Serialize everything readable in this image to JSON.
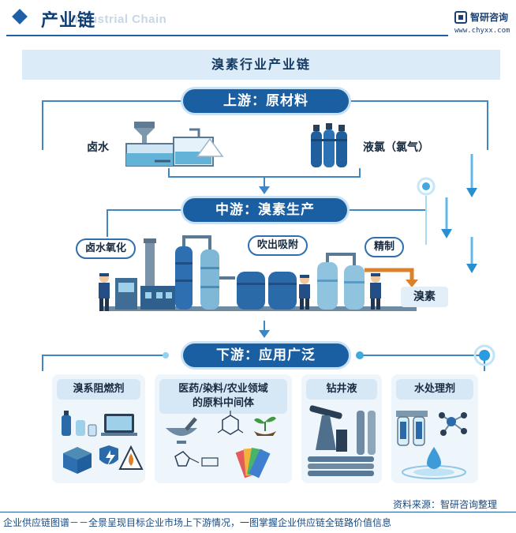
{
  "header": {
    "section_title": "产业链",
    "ghost_text": "Industrial Chain",
    "brand_name": "智研咨询",
    "brand_url": "www.chyxx.com"
  },
  "diagram": {
    "title": "溴素行业产业链",
    "upstream": {
      "label": "上游：原材料",
      "items": [
        "卤水",
        "液氯（氯气）"
      ]
    },
    "midstream": {
      "label": "中游：溴素生产",
      "steps": [
        "卤水氧化",
        "吹出吸附",
        "精制"
      ],
      "product": "溴素"
    },
    "downstream": {
      "label": "下游：应用广泛",
      "cards": [
        {
          "title": "溴系阻燃剂"
        },
        {
          "title_line1": "医药/染料/农业领域",
          "title_line2": "的原料中间体"
        },
        {
          "title": "钻井液"
        },
        {
          "title": "水处理剂"
        }
      ]
    }
  },
  "source": "资料来源：智研咨询整理",
  "footer": "企业供应链图谱－－全景呈现目标企业市场上下游情况，一图掌握企业供应链全链路价值信息",
  "colors": {
    "primary": "#1b5fa3",
    "frame": "#3e86c4",
    "banner": "#dcebf8",
    "card": "#eef5fb",
    "accent_orange": "#d9822b"
  }
}
